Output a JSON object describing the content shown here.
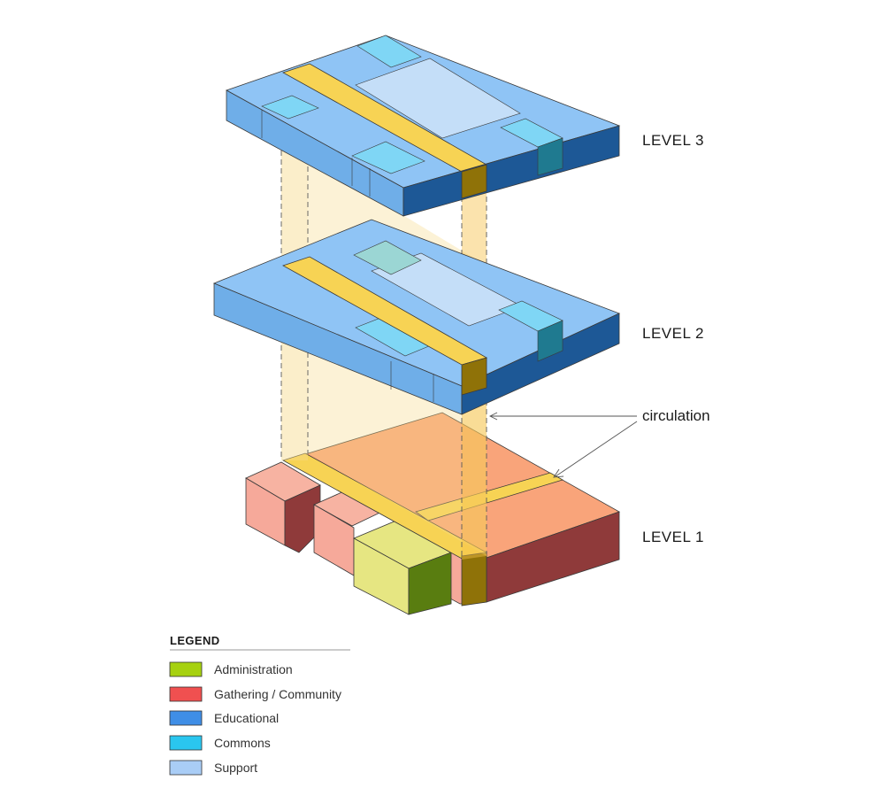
{
  "levels": {
    "level3": "LEVEL 3",
    "level2": "LEVEL 2",
    "level1": "LEVEL 1"
  },
  "callout": {
    "circulation": "circulation"
  },
  "legend": {
    "title": "LEGEND",
    "items": [
      {
        "label": "Administration",
        "color": "#a6d110"
      },
      {
        "label": "Gathering / Community",
        "color": "#f05050"
      },
      {
        "label": "Educational",
        "color": "#3f8ee6"
      },
      {
        "label": "Commons",
        "color": "#2ac6ef"
      },
      {
        "label": "Support",
        "color": "#a9cdf6"
      }
    ]
  }
}
